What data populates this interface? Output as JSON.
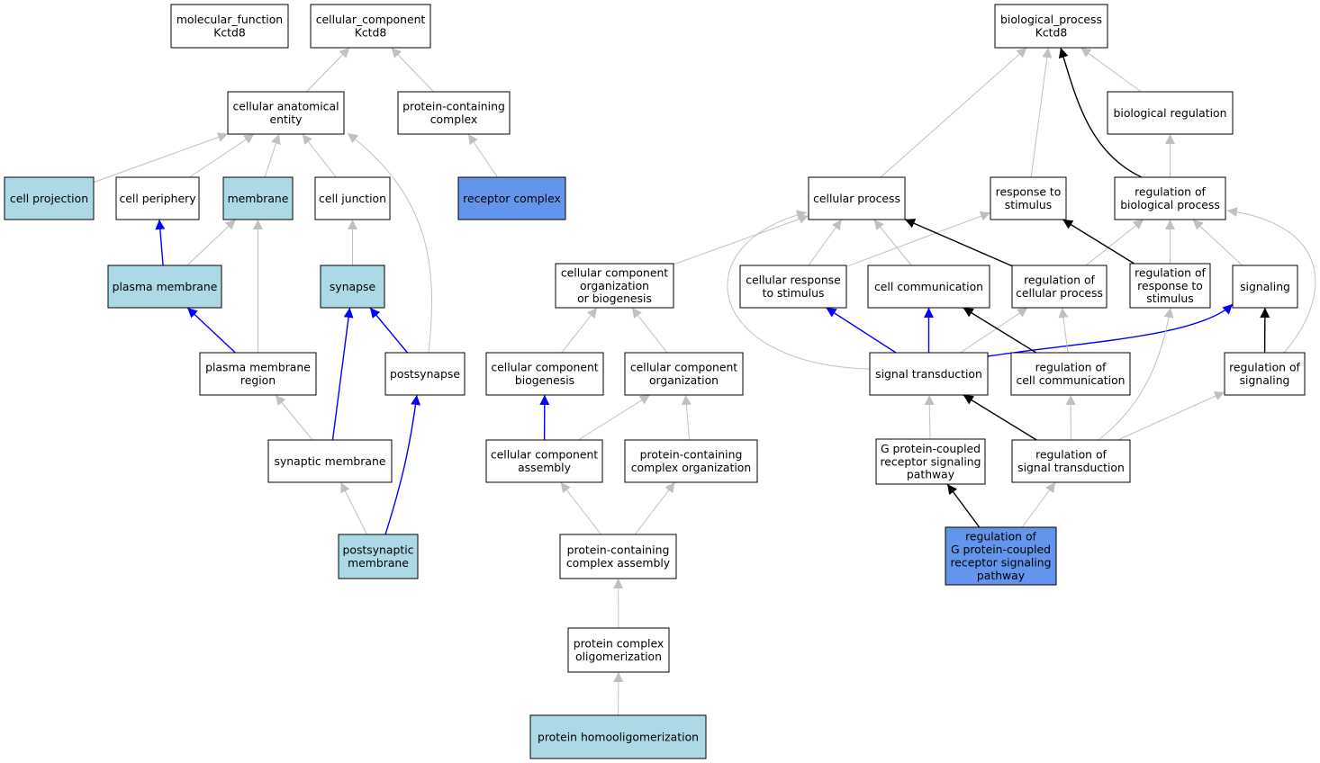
{
  "colors": {
    "node_default": "#ffffff",
    "node_light": "#add8e6",
    "node_selected": "#6495ed",
    "edge_gray": "#c0c0c0",
    "edge_black": "#000000",
    "edge_blue": "#0000ff"
  },
  "nodes": [
    {
      "id": "mf",
      "lines": [
        "molecular_function",
        "Kctd8"
      ],
      "fill": "default"
    },
    {
      "id": "cc",
      "lines": [
        "cellular_component",
        "Kctd8"
      ],
      "fill": "default"
    },
    {
      "id": "bp",
      "lines": [
        "biological_process",
        "Kctd8"
      ],
      "fill": "default"
    },
    {
      "id": "cae",
      "lines": [
        "cellular anatomical",
        "entity"
      ],
      "fill": "default"
    },
    {
      "id": "pcc",
      "lines": [
        "protein-containing",
        "complex"
      ],
      "fill": "default"
    },
    {
      "id": "breg",
      "lines": [
        "biological regulation"
      ],
      "fill": "default"
    },
    {
      "id": "cproj",
      "lines": [
        "cell projection"
      ],
      "fill": "light"
    },
    {
      "id": "cper",
      "lines": [
        "cell periphery"
      ],
      "fill": "default"
    },
    {
      "id": "mem",
      "lines": [
        "membrane"
      ],
      "fill": "light"
    },
    {
      "id": "cjunc",
      "lines": [
        "cell junction"
      ],
      "fill": "default"
    },
    {
      "id": "rcx",
      "lines": [
        "receptor complex"
      ],
      "fill": "selected"
    },
    {
      "id": "cproc",
      "lines": [
        "cellular process"
      ],
      "fill": "default"
    },
    {
      "id": "rstim",
      "lines": [
        "response to",
        "stimulus"
      ],
      "fill": "default"
    },
    {
      "id": "rbp",
      "lines": [
        "regulation of",
        "biological process"
      ],
      "fill": "default"
    },
    {
      "id": "pm",
      "lines": [
        "plasma membrane"
      ],
      "fill": "light"
    },
    {
      "id": "syn",
      "lines": [
        "synapse"
      ],
      "fill": "light"
    },
    {
      "id": "ccob",
      "lines": [
        "cellular component",
        "organization",
        "or biogenesis"
      ],
      "fill": "default"
    },
    {
      "id": "crs",
      "lines": [
        "cellular response",
        "to stimulus"
      ],
      "fill": "default"
    },
    {
      "id": "ccom",
      "lines": [
        "cell communication"
      ],
      "fill": "default"
    },
    {
      "id": "rcp",
      "lines": [
        "regulation of",
        "cellular process"
      ],
      "fill": "default"
    },
    {
      "id": "rrs",
      "lines": [
        "regulation of",
        "response to",
        "stimulus"
      ],
      "fill": "default"
    },
    {
      "id": "sig",
      "lines": [
        "signaling"
      ],
      "fill": "default"
    },
    {
      "id": "pmr",
      "lines": [
        "plasma membrane",
        "region"
      ],
      "fill": "default"
    },
    {
      "id": "psyn",
      "lines": [
        "postsynapse"
      ],
      "fill": "default"
    },
    {
      "id": "ccb",
      "lines": [
        "cellular component",
        "biogenesis"
      ],
      "fill": "default"
    },
    {
      "id": "cco",
      "lines": [
        "cellular component",
        "organization"
      ],
      "fill": "default"
    },
    {
      "id": "st",
      "lines": [
        "signal transduction"
      ],
      "fill": "default"
    },
    {
      "id": "rcc",
      "lines": [
        "regulation of",
        "cell communication"
      ],
      "fill": "default"
    },
    {
      "id": "rsig",
      "lines": [
        "regulation of",
        "signaling"
      ],
      "fill": "default"
    },
    {
      "id": "synm",
      "lines": [
        "synaptic membrane"
      ],
      "fill": "default"
    },
    {
      "id": "cca",
      "lines": [
        "cellular component",
        "assembly"
      ],
      "fill": "default"
    },
    {
      "id": "pcco",
      "lines": [
        "protein-containing",
        "complex organization"
      ],
      "fill": "default"
    },
    {
      "id": "gpcr",
      "lines": [
        "G protein-coupled",
        "receptor signaling",
        "pathway"
      ],
      "fill": "default"
    },
    {
      "id": "rst",
      "lines": [
        "regulation of",
        "signal transduction"
      ],
      "fill": "default"
    },
    {
      "id": "psm",
      "lines": [
        "postsynaptic",
        "membrane"
      ],
      "fill": "light"
    },
    {
      "id": "rgpcr",
      "lines": [
        "regulation of",
        "G protein-coupled",
        "receptor signaling",
        "pathway"
      ],
      "fill": "selected"
    },
    {
      "id": "pcca",
      "lines": [
        "protein-containing",
        "complex assembly"
      ],
      "fill": "default"
    },
    {
      "id": "pco",
      "lines": [
        "protein complex",
        "oligomerization"
      ],
      "fill": "default"
    },
    {
      "id": "pho",
      "lines": [
        "protein homooligomerization"
      ],
      "fill": "light"
    }
  ],
  "edges": [
    {
      "from": "cae",
      "to": "cc",
      "color": "gray"
    },
    {
      "from": "pcc",
      "to": "cc",
      "color": "gray"
    },
    {
      "from": "cproj",
      "to": "cae",
      "color": "gray"
    },
    {
      "from": "cper",
      "to": "cae",
      "color": "gray"
    },
    {
      "from": "mem",
      "to": "cae",
      "color": "gray"
    },
    {
      "from": "cjunc",
      "to": "cae",
      "color": "gray"
    },
    {
      "from": "psyn",
      "to": "cae",
      "color": "gray"
    },
    {
      "from": "rcx",
      "to": "pcc",
      "color": "gray"
    },
    {
      "from": "pm",
      "to": "cper",
      "color": "blue"
    },
    {
      "from": "pm",
      "to": "mem",
      "color": "gray"
    },
    {
      "from": "syn",
      "to": "cjunc",
      "color": "gray"
    },
    {
      "from": "pmr",
      "to": "pm",
      "color": "blue"
    },
    {
      "from": "pmr",
      "to": "mem",
      "color": "gray"
    },
    {
      "from": "psyn",
      "to": "syn",
      "color": "blue"
    },
    {
      "from": "synm",
      "to": "pmr",
      "color": "gray"
    },
    {
      "from": "synm",
      "to": "syn",
      "color": "blue"
    },
    {
      "from": "psm",
      "to": "synm",
      "color": "gray"
    },
    {
      "from": "psm",
      "to": "psyn",
      "color": "blue"
    },
    {
      "from": "cproc",
      "to": "bp",
      "color": "gray"
    },
    {
      "from": "rstim",
      "to": "bp",
      "color": "gray"
    },
    {
      "from": "breg",
      "to": "bp",
      "color": "gray"
    },
    {
      "from": "rbp",
      "to": "bp",
      "color": "black"
    },
    {
      "from": "rbp",
      "to": "breg",
      "color": "gray"
    },
    {
      "from": "ccob",
      "to": "cproc",
      "color": "gray"
    },
    {
      "from": "crs",
      "to": "cproc",
      "color": "gray"
    },
    {
      "from": "crs",
      "to": "rstim",
      "color": "gray"
    },
    {
      "from": "ccom",
      "to": "cproc",
      "color": "gray"
    },
    {
      "from": "rcp",
      "to": "cproc",
      "color": "black"
    },
    {
      "from": "rcp",
      "to": "rbp",
      "color": "gray"
    },
    {
      "from": "rrs",
      "to": "rstim",
      "color": "black"
    },
    {
      "from": "rrs",
      "to": "rbp",
      "color": "gray"
    },
    {
      "from": "sig",
      "to": "rbp",
      "color": "gray"
    },
    {
      "from": "ccb",
      "to": "ccob",
      "color": "gray"
    },
    {
      "from": "cco",
      "to": "ccob",
      "color": "gray"
    },
    {
      "from": "cca",
      "to": "ccb",
      "color": "blue"
    },
    {
      "from": "cca",
      "to": "cco",
      "color": "gray"
    },
    {
      "from": "pcco",
      "to": "cco",
      "color": "gray"
    },
    {
      "from": "pcca",
      "to": "cca",
      "color": "gray"
    },
    {
      "from": "pcca",
      "to": "pcco",
      "color": "gray"
    },
    {
      "from": "pco",
      "to": "pcca",
      "color": "gray"
    },
    {
      "from": "pho",
      "to": "pco",
      "color": "gray"
    },
    {
      "from": "st",
      "to": "crs",
      "color": "blue"
    },
    {
      "from": "st",
      "to": "ccom",
      "color": "blue"
    },
    {
      "from": "st",
      "to": "sig",
      "color": "blue"
    },
    {
      "from": "st",
      "to": "cproc",
      "color": "gray"
    },
    {
      "from": "st",
      "to": "rcp",
      "color": "gray"
    },
    {
      "from": "rcc",
      "to": "ccom",
      "color": "black"
    },
    {
      "from": "rcc",
      "to": "rcp",
      "color": "gray"
    },
    {
      "from": "rsig",
      "to": "sig",
      "color": "black"
    },
    {
      "from": "rsig",
      "to": "rbp",
      "color": "gray"
    },
    {
      "from": "gpcr",
      "to": "st",
      "color": "gray"
    },
    {
      "from": "rst",
      "to": "st",
      "color": "black"
    },
    {
      "from": "rst",
      "to": "rcc",
      "color": "gray"
    },
    {
      "from": "rst",
      "to": "rsig",
      "color": "gray"
    },
    {
      "from": "rst",
      "to": "rrs",
      "color": "gray"
    },
    {
      "from": "rgpcr",
      "to": "gpcr",
      "color": "black"
    },
    {
      "from": "rgpcr",
      "to": "rst",
      "color": "gray"
    }
  ]
}
